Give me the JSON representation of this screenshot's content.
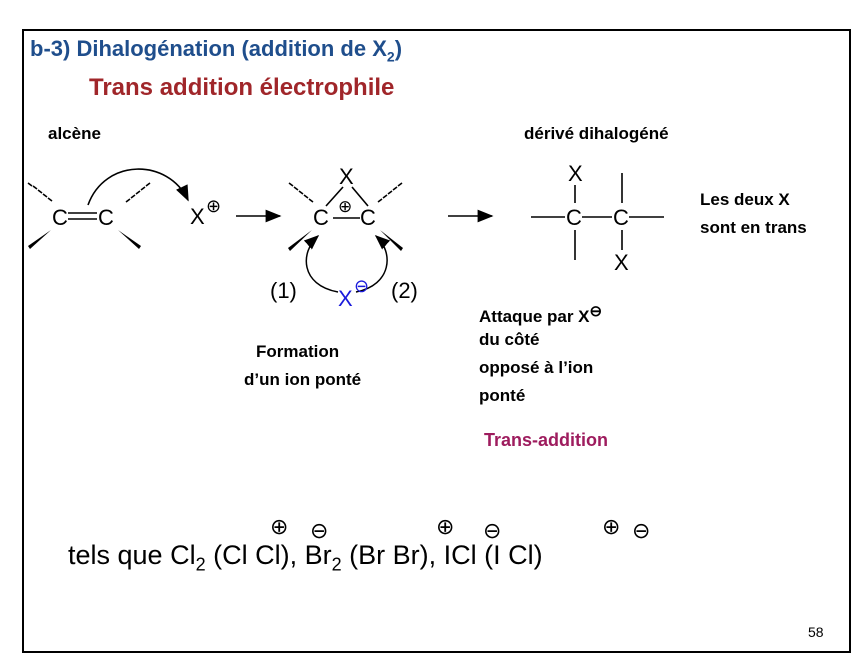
{
  "heading": {
    "prefix": "b-3) Dihalogénation (addition de X",
    "sub": "2",
    "suffix": ")"
  },
  "subtitle": "Trans addition électrophile",
  "labels": {
    "alkene": "alcène",
    "product": "dérivé dihalogéné",
    "trans_note_line1": "Les deux X",
    "trans_note_line2": "sont en trans",
    "formation_line1": "Formation",
    "formation_line2": "d’un ion ponté",
    "attack_line1": "Attaque par X",
    "attack_line2": "du côté",
    "attack_line3": "opposé à l’ion",
    "attack_line4": "ponté",
    "trans_addition": "Trans-addition"
  },
  "scheme": {
    "carbon": "C",
    "halogen": "X",
    "step1": "(1)",
    "step2": "(2)",
    "plus": "⊕",
    "minus": "⊖"
  },
  "bottom": {
    "intro": "tels que Cl",
    "sub1": "2",
    "part1": " (Cl  Cl), Br",
    "sub2": "2",
    "part2": " (Br  Br), ICl (I  Cl)"
  },
  "page_number": "58",
  "colors": {
    "heading": "#1f4e8c",
    "subtitle": "#a0262a",
    "trans_addition": "#9e1c5e",
    "nucleophile": "#1a1adb"
  }
}
